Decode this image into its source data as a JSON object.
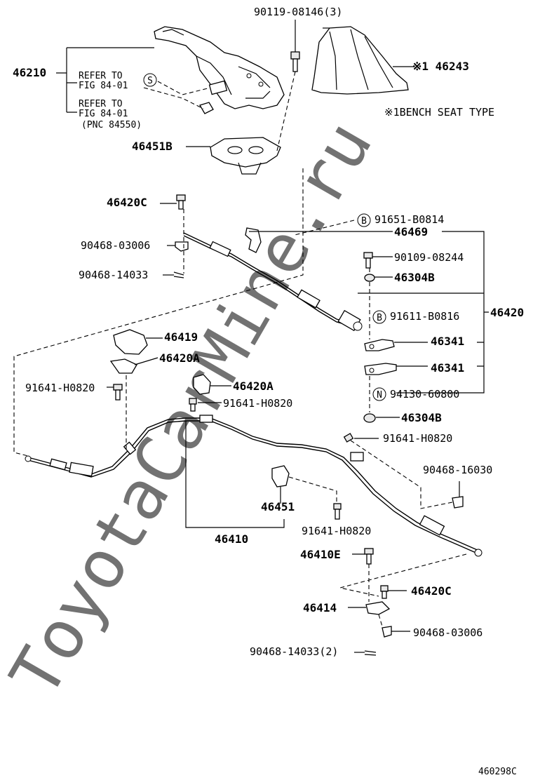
{
  "watermark": "ToyotaCarMine.ru",
  "figure_code": "460298C",
  "note": "※1BENCH SEAT TYPE",
  "labels": {
    "p90119": "90119-08146(3)",
    "p46243": "※1 46243",
    "p46210": "46210",
    "refer1a": "REFER TO",
    "refer1b": "FIG 84-01",
    "refer2a": "REFER TO",
    "refer2b": "FIG 84-01",
    "pnc": "(PNC 84550)",
    "p46451B": "46451B",
    "p46420C_top": "46420C",
    "p91651": "91651-B0814",
    "p46469": "46469",
    "p90468_03006_top": "90468-03006",
    "p90109": "90109-08244",
    "p90468_14033_top": "90468-14033",
    "p46304B_top": "46304B",
    "p46420": "46420",
    "p91611": "91611-B0816",
    "p46419": "46419",
    "p46341_a": "46341",
    "p46420A_left": "46420A",
    "p46341_b": "46341",
    "p91641_left": "91641-H0820",
    "p46420A_mid": "46420A",
    "p94130": "94130-60800",
    "p91641_mid": "91641-H0820",
    "p46304B_bot": "46304B",
    "p91641_right": "91641-H0820",
    "p90468_16030": "90468-16030",
    "p46451": "46451",
    "p91641_bot": "91641-H0820",
    "p46410": "46410",
    "p46410E": "46410E",
    "p46420C_bot": "46420C",
    "p46414": "46414",
    "p90468_03006_bot": "90468-03006",
    "p90468_14033_bot": "90468-14033(2)"
  },
  "circle_marks": {
    "s": "S",
    "b1": "B",
    "b2": "B",
    "n": "N"
  }
}
